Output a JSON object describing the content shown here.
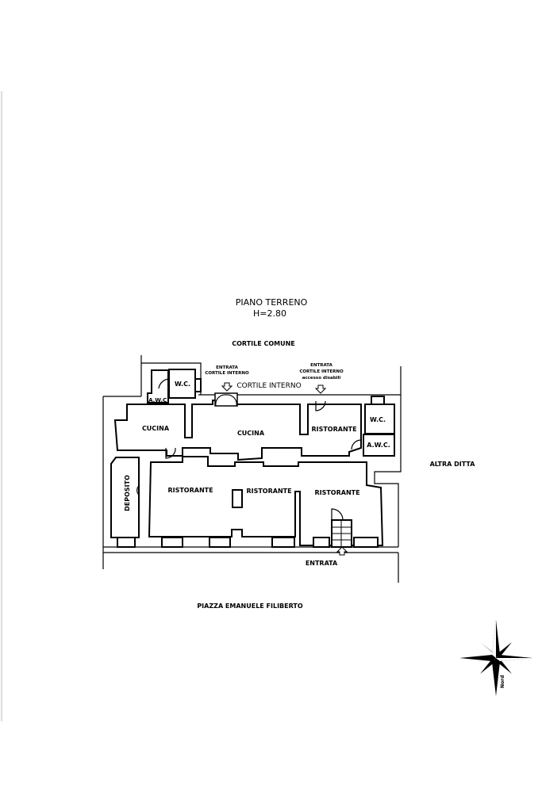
{
  "title": "PIANO TERRENO",
  "height_label": "H=2.80",
  "cortile_comune": "CORTILE COMUNE",
  "cortile_interno": "CORTILE INTERNO",
  "entrance_left": {
    "line1": "ENTRATA",
    "line2": "CORTILE INTERNO"
  },
  "entrance_right": {
    "line1": "ENTRATA",
    "line2": "CORTILE INTERNO",
    "line3": "accesso disabili"
  },
  "rooms": {
    "wc_left": "W.C.",
    "awc_left": "A.W.C.",
    "cucina_left": "CUCINA",
    "cucina_center": "CUCINA",
    "ristorante_ne": "RISTORANTE",
    "wc_right": "W.C.",
    "awc_right": "A.W.C.",
    "deposito": "DEPOSITO",
    "ristorante_1": "RISTORANTE",
    "ristorante_2": "RISTORANTE",
    "ristorante_3": "RISTORANTE"
  },
  "altra_ditta": "ALTRA DITTA",
  "entrata_main": "ENTRATA",
  "piazza": "PIAZZA EMANUELE FILIBERTO",
  "compass_label": "Nord"
}
